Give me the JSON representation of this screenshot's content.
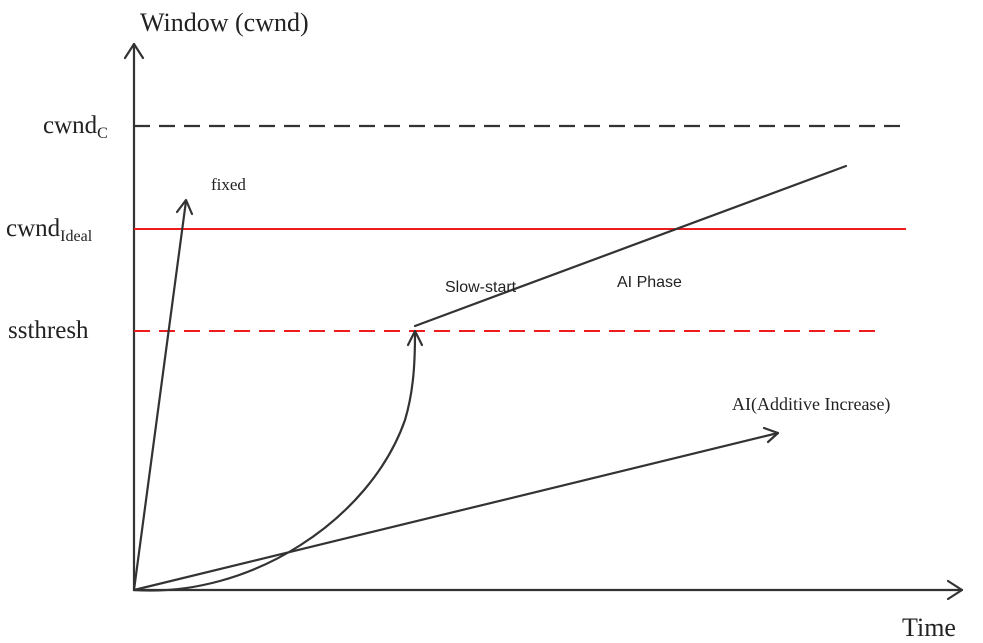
{
  "axes": {
    "y_label": "Window (cwnd)",
    "x_label": "Time"
  },
  "levels": {
    "cwnd_c": {
      "base": "cwnd",
      "sub": "C"
    },
    "cwnd_ideal": {
      "base": "cwnd",
      "sub": "Ideal"
    },
    "ssthresh": {
      "label": "ssthresh"
    }
  },
  "annotations": {
    "fixed": "fixed",
    "slow_start": "Slow-start",
    "ai_phase": "AI Phase",
    "ai_additive": "AI(Additive Increase)"
  },
  "colors": {
    "axis": "#333333",
    "ideal_line": "#ee1c1c",
    "ssthresh_line": "#ee1c1c",
    "cwnd_c_line": "#333333",
    "curves": "#333333"
  }
}
